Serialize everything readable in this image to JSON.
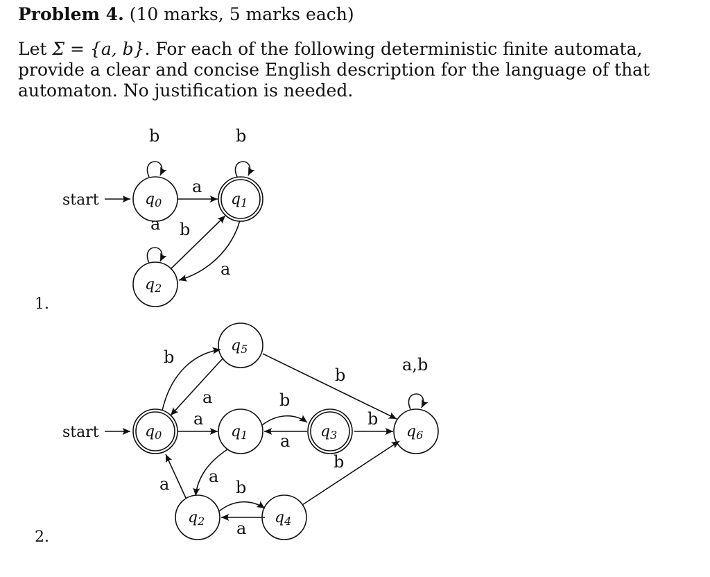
{
  "problem": {
    "title": "Problem 4.",
    "marks": "(10 marks, 5 marks each)",
    "intro_prefix": "Let ",
    "sigma_def": "Σ = {a, b}",
    "intro_rest": ". For each of the following deterministic finite automata, provide a clear and concise English description for the language of that automaton. No justification is needed."
  },
  "enumeration": [
    "1.",
    "2."
  ],
  "dfa1": {
    "start_label": "start",
    "states": [
      {
        "base": "q",
        "sub": "0",
        "accepting": false
      },
      {
        "base": "q",
        "sub": "1",
        "accepting": true
      },
      {
        "base": "q",
        "sub": "2",
        "accepting": false
      }
    ],
    "edge_labels": {
      "q0_loop": "b",
      "q1_loop": "b",
      "q2_loop": "a",
      "q0_q1": "a",
      "q2_q1": "b",
      "q1_q2": "a"
    }
  },
  "dfa2": {
    "start_label": "start",
    "states": [
      {
        "base": "q",
        "sub": "0",
        "accepting": true
      },
      {
        "base": "q",
        "sub": "1",
        "accepting": false
      },
      {
        "base": "q",
        "sub": "2",
        "accepting": false
      },
      {
        "base": "q",
        "sub": "3",
        "accepting": true
      },
      {
        "base": "q",
        "sub": "4",
        "accepting": false
      },
      {
        "base": "q",
        "sub": "5",
        "accepting": false
      },
      {
        "base": "q",
        "sub": "6",
        "accepting": false
      }
    ],
    "edge_labels": {
      "q0_q5": "b",
      "q5_q0": "a",
      "q0_q1": "a",
      "q1_q3": "b",
      "q3_q1": "a",
      "q5_q6": "b",
      "q3_q6": "b",
      "q6_loop": "a,b",
      "q3_loop": "b",
      "q1_q2": "a",
      "q2_q0": "a",
      "q2_q4": "b",
      "q4_q2": "a"
    }
  }
}
